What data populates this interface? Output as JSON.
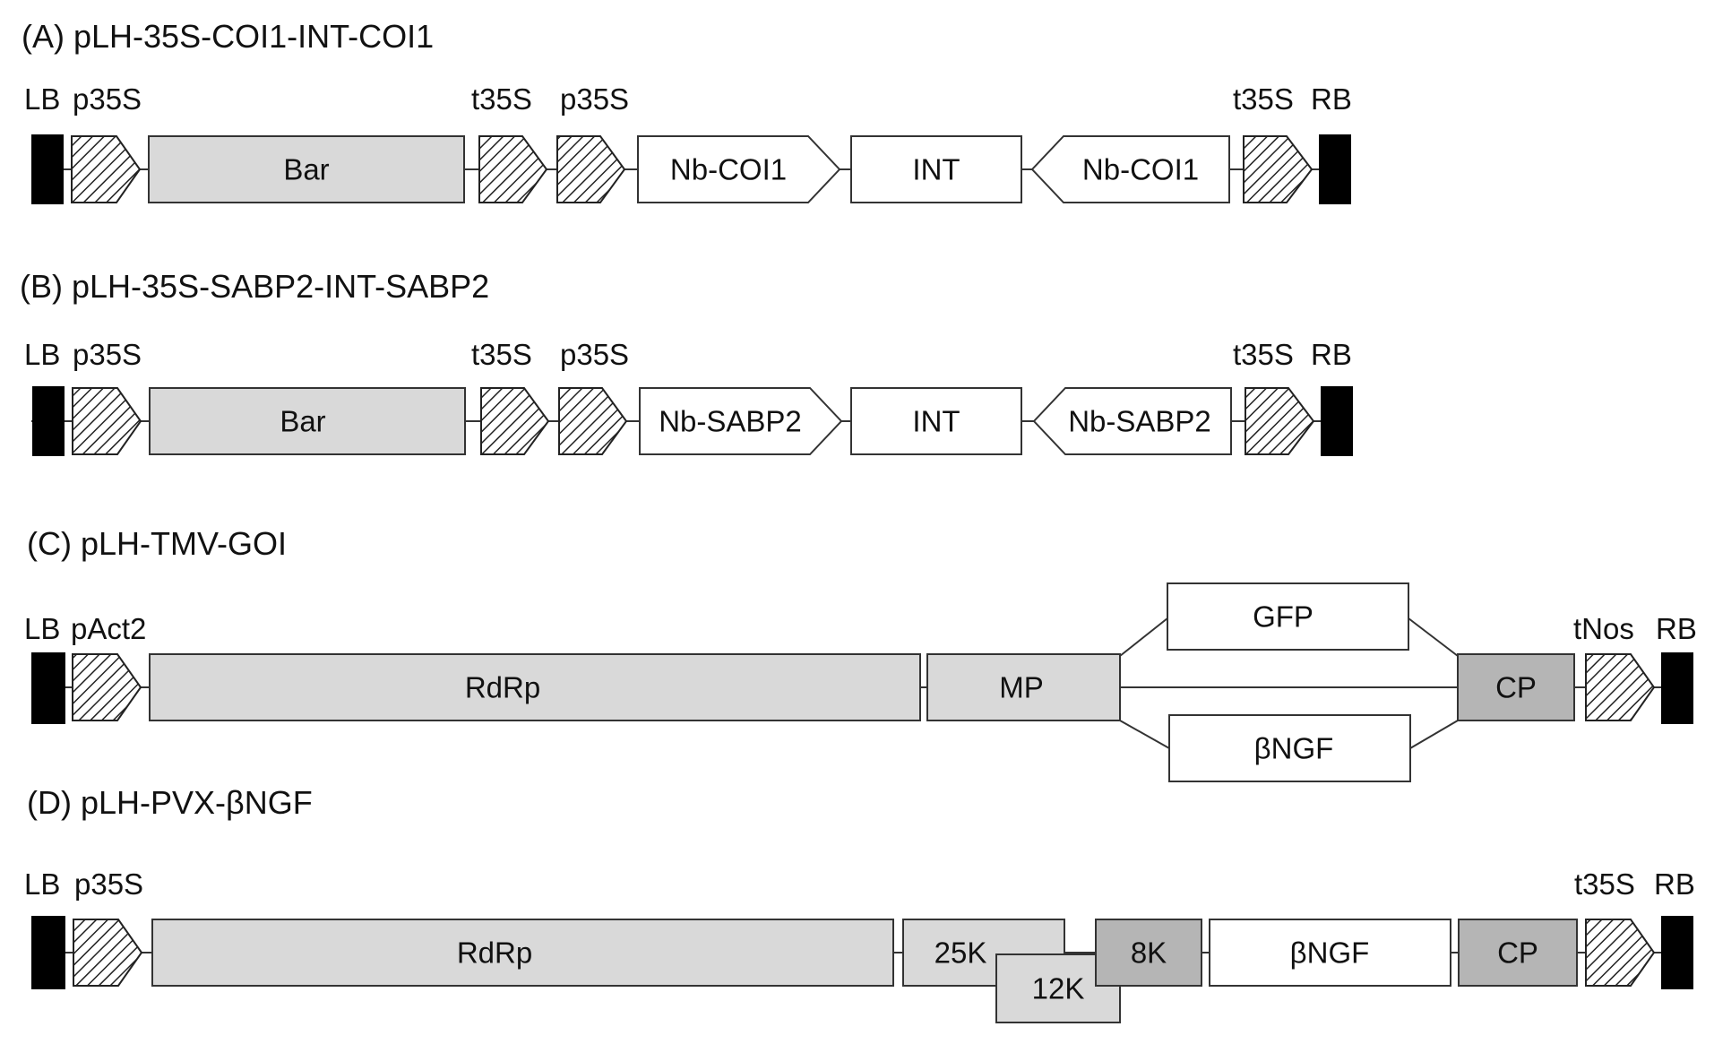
{
  "panels": {
    "a": {
      "title": "(A) pLH-35S-COI1-INT-COI1",
      "labels": {
        "lb": "LB",
        "p35s_1": "p35S",
        "t35s_1": "t35S",
        "p35s_2": "p35S",
        "t35s_2": "t35S",
        "rb": "RB"
      },
      "boxes": {
        "bar": "Bar",
        "nb_fwd": "Nb-COI1",
        "int": "INT",
        "nb_rev": "Nb-COI1"
      }
    },
    "b": {
      "title": "(B) pLH-35S-SABP2-INT-SABP2",
      "labels": {
        "lb": "LB",
        "p35s_1": "p35S",
        "t35s_1": "t35S",
        "p35s_2": "p35S",
        "t35s_2": "t35S",
        "rb": "RB"
      },
      "boxes": {
        "bar": "Bar",
        "nb_fwd": "Nb-SABP2",
        "int": "INT",
        "nb_rev": "Nb-SABP2"
      }
    },
    "c": {
      "title": "(C) pLH-TMV-GOI",
      "labels": {
        "lb": "LB",
        "pact2": "pAct2",
        "tnos": "tNos",
        "rb": "RB"
      },
      "boxes": {
        "rdrp": "RdRp",
        "mp": "MP",
        "gfp": "GFP",
        "bngf": "βNGF",
        "cp": "CP"
      }
    },
    "d": {
      "title": "(D) pLH-PVX-βNGF",
      "labels": {
        "lb": "LB",
        "p35s": "p35S",
        "t35s": "t35S",
        "rb": "RB"
      },
      "boxes": {
        "rdrp": "RdRp",
        "k25": "25K",
        "k12": "12K",
        "k8": "8K",
        "bngf": "βNGF",
        "cp": "CP"
      }
    }
  }
}
